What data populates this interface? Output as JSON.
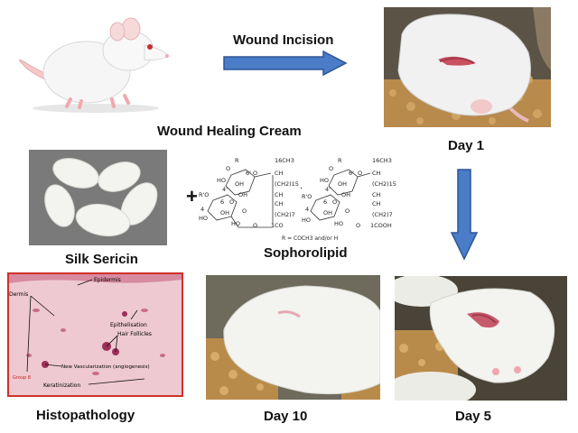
{
  "labels": {
    "wound_incision": "Wound Incision",
    "wound_healing_cream": "Wound Healing Cream",
    "day1": "Day 1",
    "silk_sericin": "Silk Sericin",
    "sophorolipid": "Sophorolipid",
    "histopathology": "Histopathology",
    "day10": "Day 10",
    "day5": "Day 5",
    "plus": "+"
  },
  "histology": {
    "epidermis": "Epidermis",
    "dermis": "Dermis",
    "epithelisation": "Epithelisation",
    "hair_follicles": "Hair Follicles",
    "new_vascularization": "New Vascularization (angiogenesis)",
    "keratinization": "Keratinization",
    "group": "Group 8"
  },
  "chemistry": {
    "note": "R = COCH3 and/or H",
    "dot": "·",
    "left": {
      "r1": "R",
      "r2": "R'O",
      "ho1": "HO",
      "ho2": "HO",
      "ho3": "HO",
      "oh1": "OH",
      "oh2": "OH",
      "oh3": "OH",
      "o1": "O",
      "o2": "O",
      "o3": "O",
      "o4": "O",
      "o5": "O",
      "c16": "16CH3",
      "ch1": "CH",
      "ch2": "(CH2)15",
      "ch3": "CH",
      "ch4": "CH",
      "ch5": "(CH2)7",
      "co": "CO",
      "n1": "1",
      "n6": "6",
      "n6b": "6'",
      "n4": "4",
      "n4b": "4'"
    },
    "right": {
      "r1": "R",
      "r2": "R'O",
      "ho1": "HO",
      "ho2": "HO",
      "ho3": "HO",
      "oh1": "OH",
      "oh2": "OH",
      "oh3": "OH",
      "o1": "O",
      "o2": "O",
      "o3": "O",
      "o4": "O",
      "o5": "O",
      "c16": "16CH3",
      "ch1": "CH",
      "ch2": "(CH2)15",
      "ch3": "CH",
      "ch4": "CH",
      "ch5": "(CH2)7",
      "cooh": "1COOH",
      "n6": "6",
      "n6b": "6'",
      "n4": "4",
      "n4b": "4'"
    }
  },
  "colors": {
    "arrow_fill": "#4a7cc8",
    "arrow_stroke": "#2f5597",
    "histo_border": "#d0322b",
    "histo_bg": "#ecc6cf",
    "rat_white": "#f3f3f3",
    "bedding": "#b88a4c"
  }
}
